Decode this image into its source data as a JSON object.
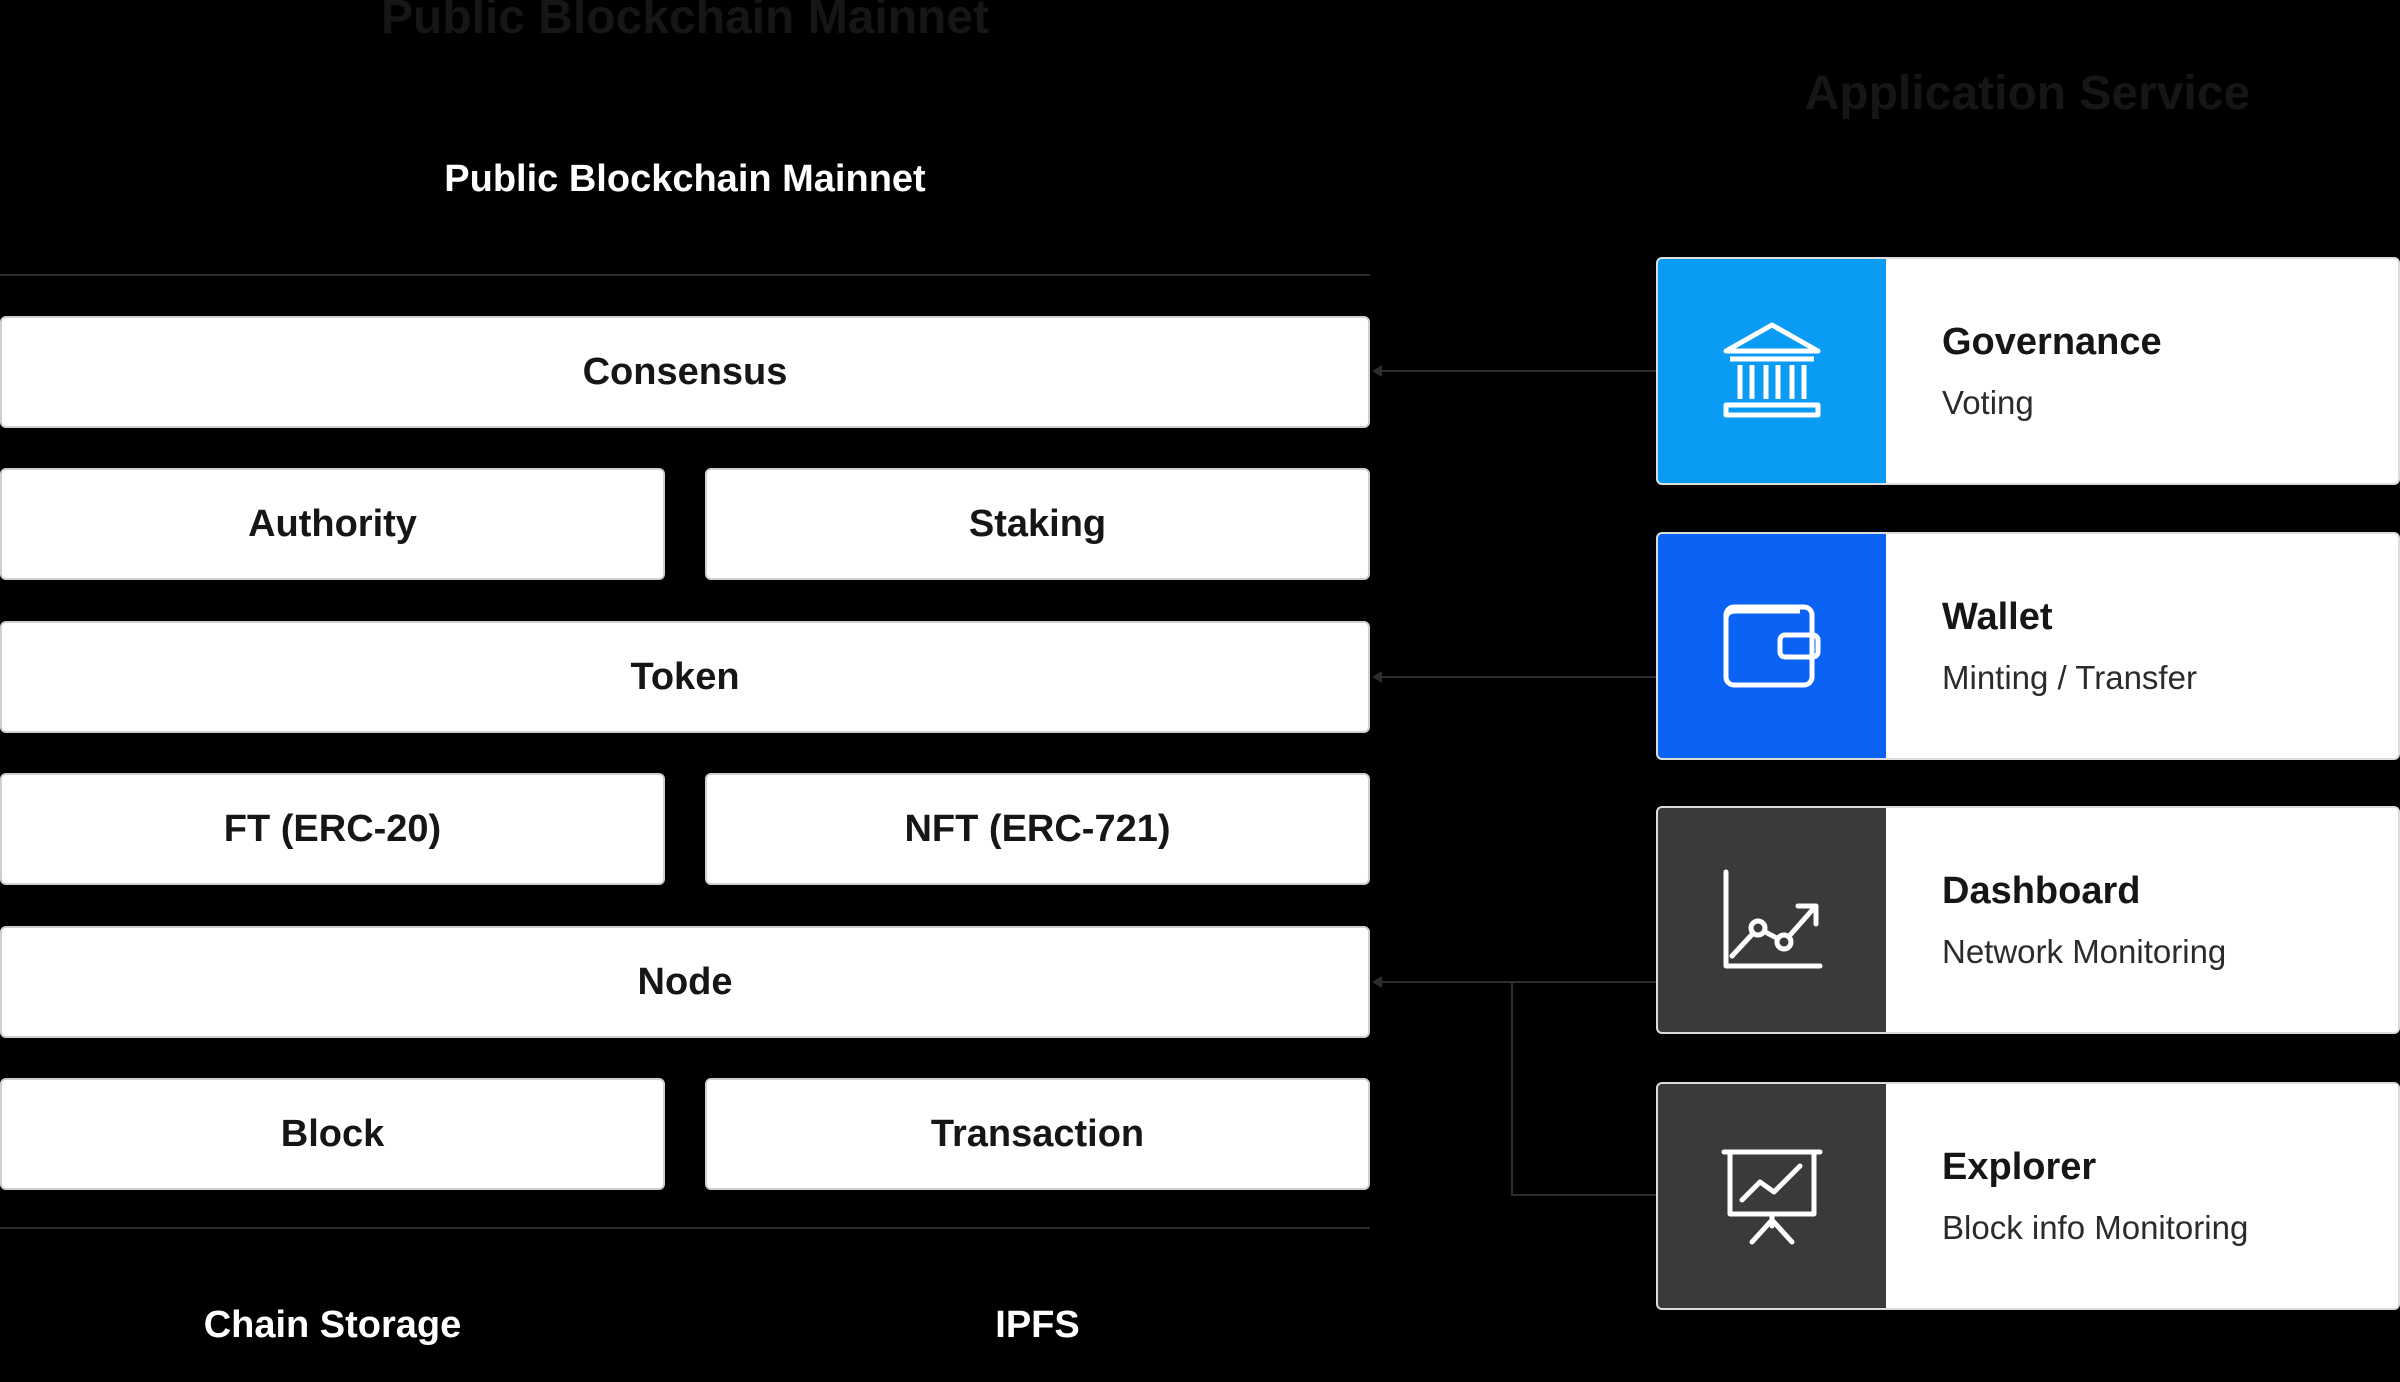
{
  "header": {
    "ghost_left": "Public Blockchain Mainnet",
    "ghost_right": "Application Service",
    "section_title": "Public Blockchain Mainnet"
  },
  "layers": {
    "consensus": "Consensus",
    "authority": "Authority",
    "staking": "Staking",
    "token": "Token",
    "ft": "FT (ERC-20)",
    "nft": "NFT (ERC-721)",
    "node": "Node",
    "block": "Block",
    "transaction": "Transaction"
  },
  "storage": {
    "chain_storage": "Chain Storage",
    "ipfs": "IPFS"
  },
  "services": [
    {
      "title": "Governance",
      "subtitle": "Voting",
      "icon": "bank-icon",
      "color": "#0a9bf5"
    },
    {
      "title": "Wallet",
      "subtitle": "Minting / Transfer",
      "icon": "wallet-icon",
      "color": "#0a63f5"
    },
    {
      "title": "Dashboard",
      "subtitle": "Network Monitoring",
      "icon": "line-chart-icon",
      "color": "#3a3a3a"
    },
    {
      "title": "Explorer",
      "subtitle": "Block info Monitoring",
      "icon": "presentation-chart-icon",
      "color": "#3a3a3a"
    }
  ]
}
